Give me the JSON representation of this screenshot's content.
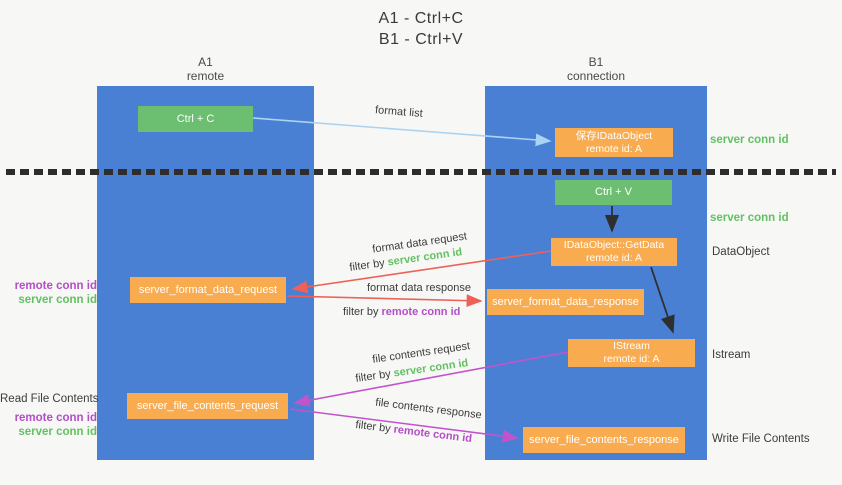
{
  "title": {
    "line1": "A1 - Ctrl+C",
    "line2": "B1 - Ctrl+V"
  },
  "lanes": {
    "a": {
      "name": "A1",
      "subtitle": "remote"
    },
    "b": {
      "name": "B1",
      "subtitle": "connection"
    }
  },
  "nodes": {
    "ctrl_c": {
      "label": "Ctrl + C"
    },
    "ctrl_v": {
      "label": "Ctrl + V"
    },
    "save_idataobject": {
      "line1": "保存IDataObject",
      "line2": "remote id: A"
    },
    "getdata": {
      "line1": "IDataObject::GetData",
      "line2": "remote id: A"
    },
    "istream": {
      "line1": "IStream",
      "line2": "remote id: A"
    },
    "format_data_request": {
      "label": "server_format_data_request"
    },
    "format_data_response": {
      "label": "server_format_data_response"
    },
    "file_contents_request": {
      "label": "server_file_contents_request"
    },
    "file_contents_response": {
      "label": "server_file_contents_response"
    }
  },
  "annotations": {
    "server_conn_id_top": "server conn id",
    "server_conn_id_mid": "server conn id",
    "dataobject": "DataObject",
    "istream_side": "Istream",
    "write_file_contents": "Write File Contents",
    "read_file_contents": "Read File Contents",
    "fmt_remote_conn_id": "remote conn id",
    "fmt_server_conn_id": "server conn id",
    "file_remote_conn_id": "remote conn id",
    "file_server_conn_id": "server conn id"
  },
  "arrows": {
    "format_list": "format list",
    "format_data_request": "format data request",
    "format_data_request_filter_prefix": "filter by ",
    "format_data_request_filter_key": "server conn id",
    "format_data_response": "format data response",
    "format_data_response_filter_prefix": "filter by ",
    "format_data_response_filter_key": "remote conn id",
    "file_contents_request": "file contents request",
    "file_contents_request_filter_prefix": "filter by ",
    "file_contents_request_filter_key": "server conn id",
    "file_contents_response": "file contents response",
    "file_contents_response_filter_prefix": "filter by ",
    "file_contents_response_filter_key": "remote conn id"
  },
  "colors": {
    "lane_blue": "#4a80d4",
    "node_green": "#6cbf70",
    "node_orange": "#f9ab4f",
    "arrow_light_blue": "#abd3f2",
    "arrow_black": "#2f2f2f",
    "arrow_red": "#ee6157",
    "arrow_magenta": "#c253cb",
    "text_green": "#62c162",
    "text_purple": "#b44ec6"
  }
}
